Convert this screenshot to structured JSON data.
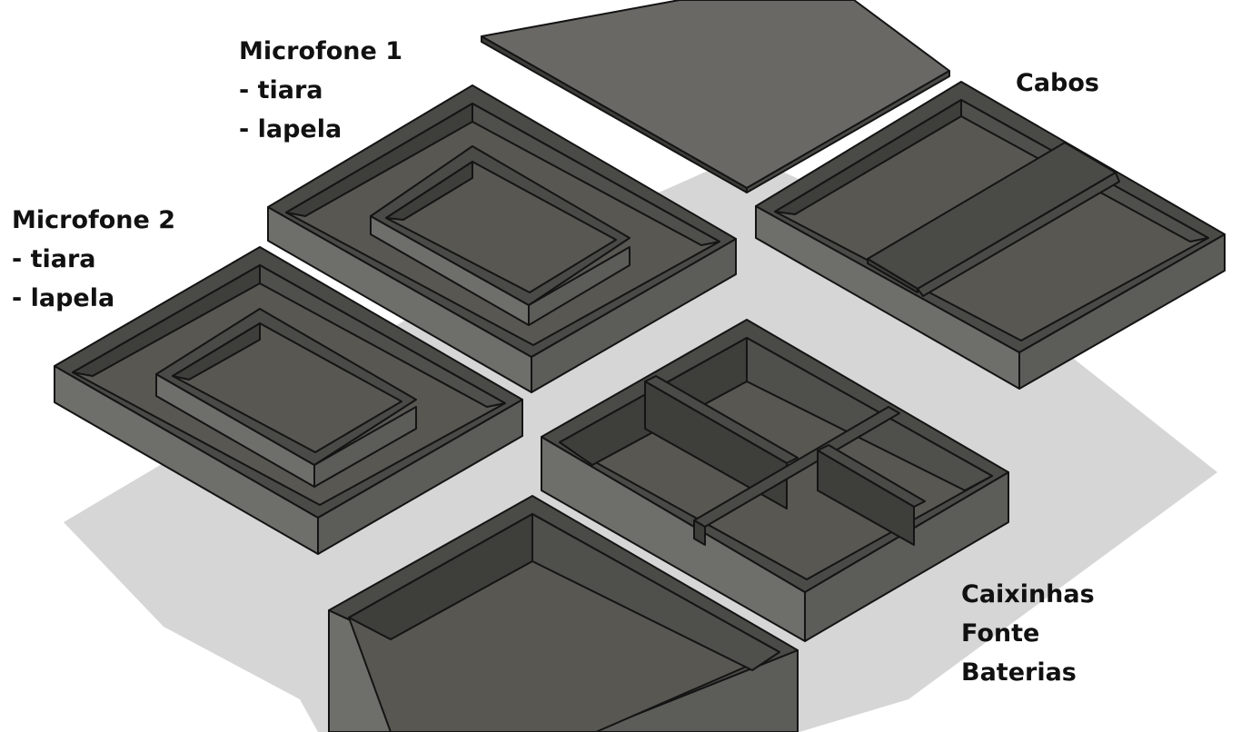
{
  "labels": {
    "mic1": {
      "title": "Microfone 1",
      "items": [
        "- tiara",
        "- lapela"
      ]
    },
    "mic2": {
      "title": "Microfone 2",
      "items": [
        "- tiara",
        "- lapela"
      ]
    },
    "cables": {
      "title": "Cabos"
    },
    "small_boxes": {
      "lines": [
        "Caixinhas",
        "Fonte",
        "Baterias"
      ]
    }
  },
  "colors": {
    "background": "#ffffff",
    "shadow": "#d6d6d6",
    "wall_outer_dark": "#5c5c58",
    "wall_outer_light": "#6e6e6a",
    "wall_top": "#4a4a46",
    "floor": "#585752",
    "inner_wall": "#3e3e3a",
    "lid": "#696864",
    "outline": "#141414",
    "text": "#111111"
  }
}
